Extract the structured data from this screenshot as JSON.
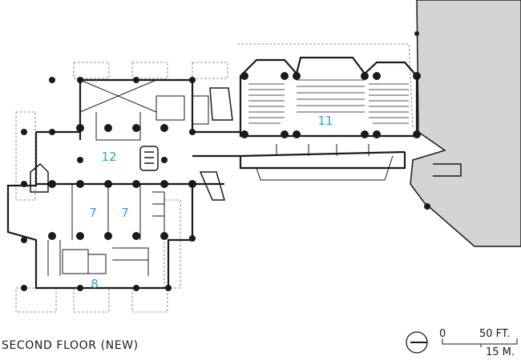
{
  "plan": {
    "caption": "SECOND FLOOR (NEW)",
    "room_labels": [
      "12",
      "11",
      "7",
      "7",
      "8"
    ],
    "label_color": "#2aa3c9",
    "line_color": "#1a1a1a",
    "existing_building_fill": "#d4d4d4"
  },
  "scale_bar": {
    "zero": "0",
    "feet_label": "50 FT.",
    "meters_label": "15 M."
  },
  "icons": {
    "north_arrow": "north-arrow-icon"
  }
}
